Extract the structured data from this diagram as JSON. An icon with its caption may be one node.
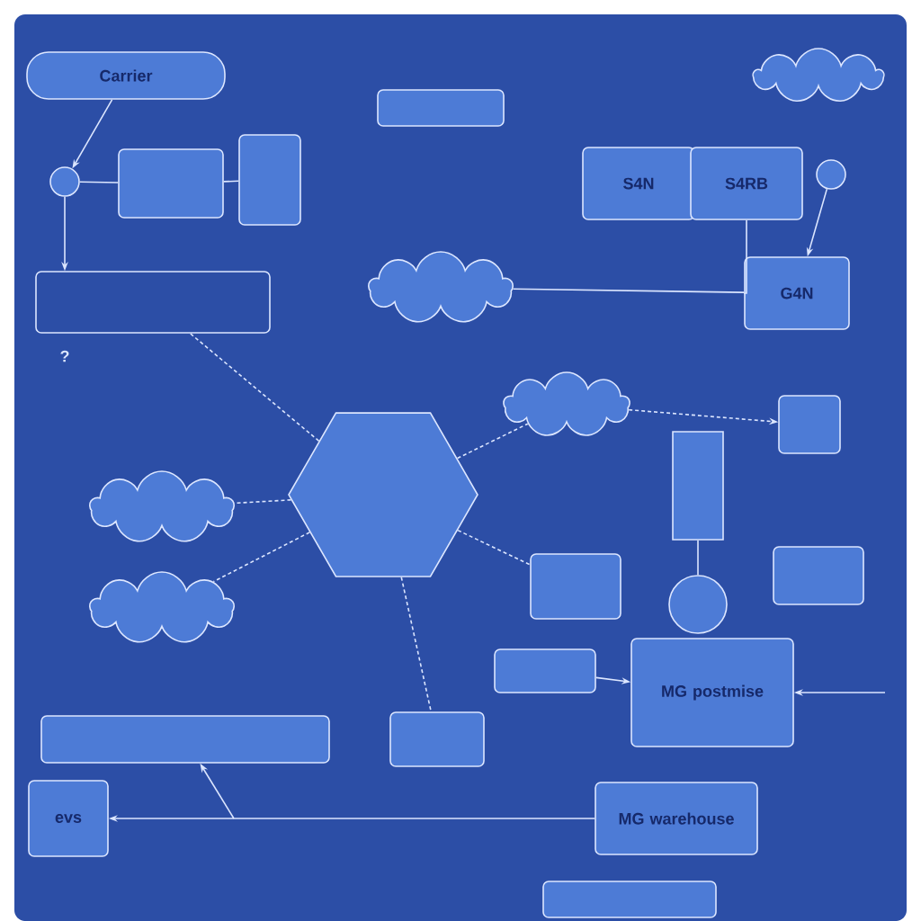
{
  "diagram": {
    "nodes": [
      {
        "text": [
          "Carrier"
        ]
      },
      {
        "text": [],
        "shape": "circle"
      },
      {
        "text": [],
        "shape": "box"
      },
      {
        "text": [],
        "shape": "box"
      },
      {
        "text": [],
        "shape": "box"
      },
      {
        "text": [],
        "shape": "cloud"
      },
      {
        "text": [],
        "shape": "hexagon"
      },
      {
        "text": [],
        "shape": "cloud"
      },
      {
        "text": [],
        "shape": "cloud"
      },
      {
        "text": [
          "S4N"
        ]
      },
      {
        "text": [
          "S4RB"
        ]
      },
      {
        "text": [
          "G4N"
        ]
      },
      {
        "text": [],
        "shape": "cloud"
      },
      {
        "text": [],
        "shape": "cloud"
      },
      {
        "text": [],
        "shape": "box"
      },
      {
        "text": [
          "evs"
        ]
      },
      {
        "text": [],
        "shape": "box"
      },
      {
        "text": [
          "MG postmise"
        ]
      },
      {
        "text": [
          "MG warehouse"
        ]
      },
      {
        "text": [],
        "shape": "box"
      },
      {
        "text": [],
        "shape": "box"
      },
      {
        "text": [],
        "shape": "bar"
      },
      {
        "text": [],
        "shape": "circle"
      },
      {
        "text": [],
        "shape": "box"
      },
      {
        "text": [],
        "shape": "box"
      },
      {
        "text": [],
        "shape": "box"
      },
      {
        "text": [],
        "shape": "circle"
      },
      {
        "text": [],
        "shape": "box"
      }
    ],
    "edges": [
      {
        "from": 0,
        "to": 1,
        "arrow": "to"
      },
      {
        "from": 1,
        "to": 4,
        "arrow": "to"
      },
      {
        "from": 1,
        "to": 2,
        "arrow": "none"
      },
      {
        "from": 2,
        "to": 3,
        "arrow": "none"
      },
      {
        "from": 5,
        "to": 11,
        "arrow": "none"
      },
      {
        "from": 26,
        "to": 11,
        "arrow": "to"
      },
      {
        "from": 10,
        "to": 11,
        "arrow": "none"
      },
      {
        "from": 13,
        "to": 14,
        "arrow": "to",
        "style": "dashed"
      },
      {
        "from": 6,
        "to": 4,
        "arrow": "none",
        "style": "dashed"
      },
      {
        "from": 6,
        "to": 7,
        "arrow": "none",
        "style": "dashed"
      },
      {
        "from": 6,
        "to": 8,
        "arrow": "none",
        "style": "dashed"
      },
      {
        "from": 6,
        "to": 13,
        "arrow": "none",
        "style": "dashed"
      },
      {
        "from": 6,
        "to": 20,
        "arrow": "none",
        "style": "dashed"
      },
      {
        "from": 21,
        "to": 22,
        "arrow": "none"
      },
      {
        "from": 24,
        "to": 17,
        "arrow": "to"
      },
      {
        "from": null,
        "to": 17,
        "arrow": "to"
      },
      {
        "from": 18,
        "to": 15,
        "arrow": "to"
      },
      {
        "from": null,
        "to": 16,
        "arrow": "to"
      },
      {
        "from": 6,
        "to": 23,
        "arrow": "none",
        "style": "dashed"
      }
    ],
    "labels": [
      "?"
    ]
  }
}
